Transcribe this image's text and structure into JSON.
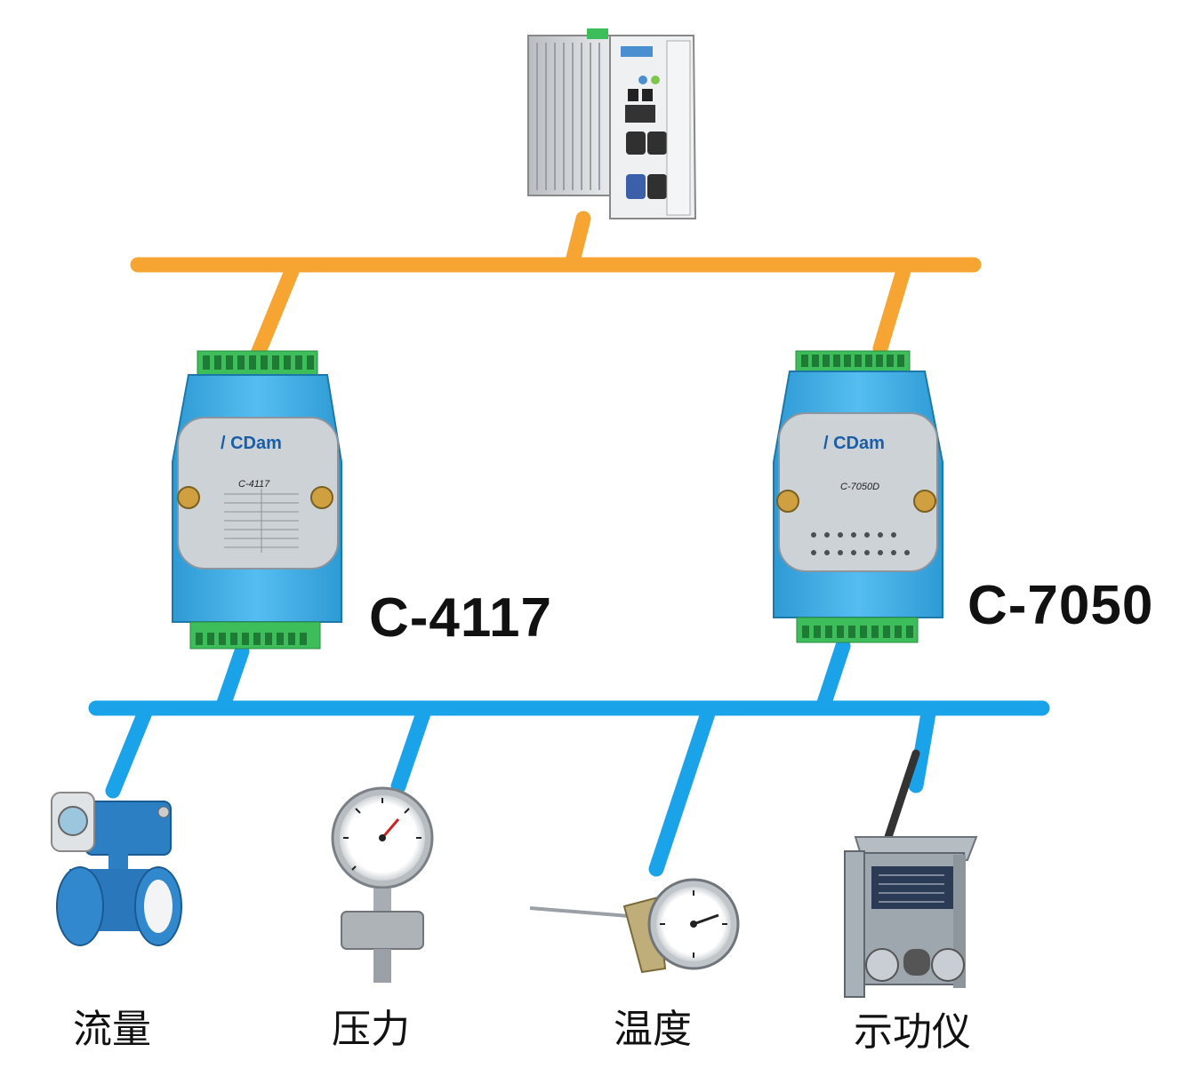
{
  "modules": {
    "left": {
      "label": "C-4117",
      "brand": "CDam",
      "panel_model": "C-4117"
    },
    "right": {
      "label": "C-7050",
      "brand": "CDam",
      "panel_model": "C-7050D"
    }
  },
  "sensors": [
    {
      "label": "流量"
    },
    {
      "label": "压力"
    },
    {
      "label": "温度"
    },
    {
      "label": "示功仪"
    }
  ],
  "colors": {
    "upper_bus": "#F7A532",
    "lower_bus": "#1BA3EA",
    "module_body": "#3AA8DE",
    "module_panel": "#C7CDD3",
    "terminal": "#3DBE5A"
  }
}
